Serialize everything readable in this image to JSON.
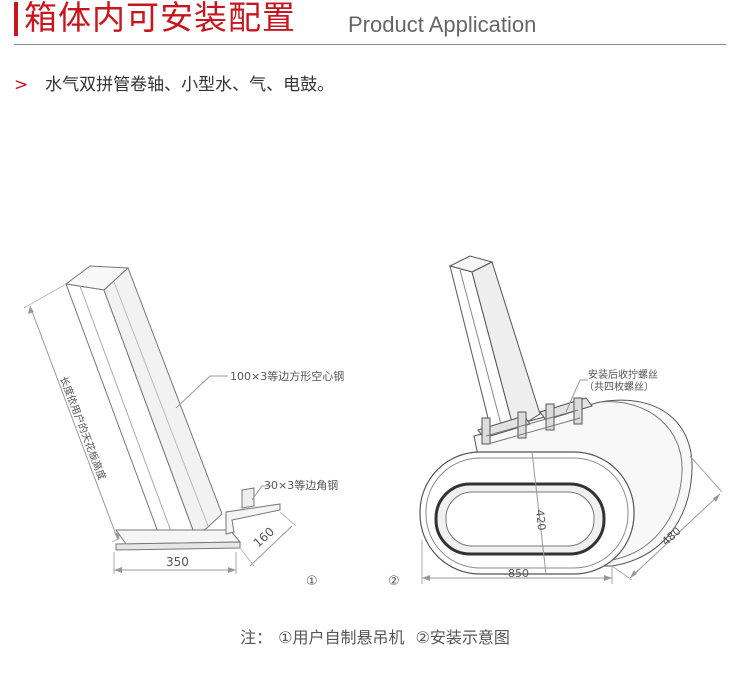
{
  "header": {
    "title_cn": "箱体内可安装配置",
    "title_en": "Product Application",
    "accent_color": "#c7161e"
  },
  "intro": {
    "marker": ">",
    "text": "水气双拼管卷轴、小型水、气、电鼓。"
  },
  "diagram_left": {
    "label_tube": "100×3等边方形空心钢",
    "label_angle": "30×3等边角钢",
    "label_length": "长度依用户的天花板高度",
    "dim_width": "350",
    "dim_depth": "160",
    "figure_number": "①"
  },
  "diagram_right": {
    "label_screw_line1": "安装后收拧螺丝",
    "label_screw_line2": "（共四枚螺丝）",
    "dim_width": "850",
    "dim_height": "420",
    "dim_depth": "480",
    "figure_number": "②"
  },
  "note": {
    "prefix": "注：",
    "item1": "①用户自制悬吊机",
    "item2": "②安装示意图"
  }
}
